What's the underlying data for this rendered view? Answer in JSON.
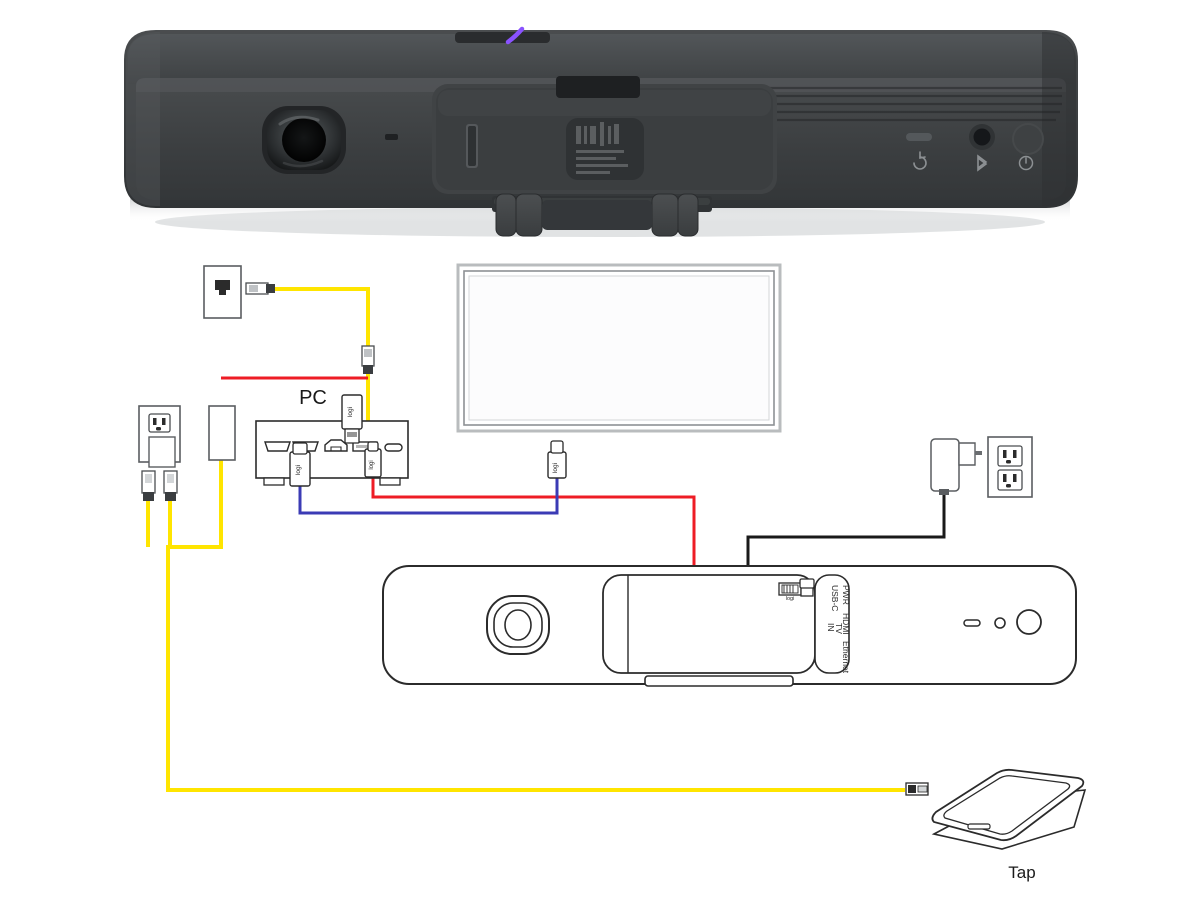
{
  "page": {
    "title": "Video bar wiring diagram",
    "background_color": "#ffffff"
  },
  "photo": {
    "name": "video-conferencing-bar-photo",
    "body_color": "#3c3f41",
    "accent_color": "#7c4dff",
    "indicators": [
      {
        "id": "reset",
        "glyph": "reset-icon",
        "label": "Reset"
      },
      {
        "id": "bluetooth",
        "glyph": "bluetooth-icon",
        "label": "Bluetooth"
      },
      {
        "id": "power",
        "glyph": "power-icon",
        "label": "Power"
      }
    ]
  },
  "labels": {
    "pc": "PC",
    "tap": "Tap"
  },
  "device_ports": {
    "name": "rear-port-labels",
    "items": [
      "PWR",
      "USB-C",
      "HDMI",
      "TV",
      "IN",
      "Ethernet"
    ]
  },
  "pc_ports": [
    {
      "id": "hdmi-1",
      "type": "hdmi"
    },
    {
      "id": "hdmi-2",
      "type": "hdmi"
    },
    {
      "id": "ethernet",
      "type": "rj45"
    },
    {
      "id": "usb-a",
      "type": "usb-a"
    },
    {
      "id": "usb-c",
      "type": "usb-c"
    }
  ],
  "cables": [
    {
      "id": "ethernet-wall-to-injector",
      "label": "Ethernet",
      "color": "#ffe500",
      "from": "network-wall-jack",
      "to": "poe-injector"
    },
    {
      "id": "ethernet-injector-to-tap",
      "label": "Ethernet",
      "color": "#ffe500",
      "from": "poe-injector",
      "to": "tap-controller"
    },
    {
      "id": "usbc-pc-to-bar",
      "label": "USB-C",
      "color": "#ee1c25",
      "from": "pc-usb-c-port",
      "to": "bar-usb-c-port"
    },
    {
      "id": "hdmi-pc-to-tv",
      "label": "HDMI",
      "color": "#3b3bb5",
      "from": "pc-hdmi-port",
      "to": "tv-display"
    },
    {
      "id": "power-adapter-to-bar",
      "label": "Power",
      "color": "#1a1a1a",
      "from": "power-adapter",
      "to": "bar-pwr-port"
    }
  ],
  "components": [
    {
      "id": "network-wall-jack",
      "name": "Network wall jack"
    },
    {
      "id": "poe-injector",
      "name": "PoE injector"
    },
    {
      "id": "wall-outlet-left",
      "name": "Wall outlet"
    },
    {
      "id": "wall-outlet-right",
      "name": "Wall outlet"
    },
    {
      "id": "power-adapter",
      "name": "Power adapter"
    },
    {
      "id": "pc-dock",
      "name": "PC"
    },
    {
      "id": "tv-display",
      "name": "Display"
    },
    {
      "id": "video-bar",
      "name": "Video bar"
    },
    {
      "id": "tap-controller",
      "name": "Tap"
    }
  ],
  "colors": {
    "cable_yellow": "#ffe500",
    "cable_red": "#ee1c25",
    "cable_blue": "#3b3bb5",
    "cable_black": "#1a1a1a",
    "outline": "#2b2b2b",
    "device_body": "#3c3f41"
  }
}
